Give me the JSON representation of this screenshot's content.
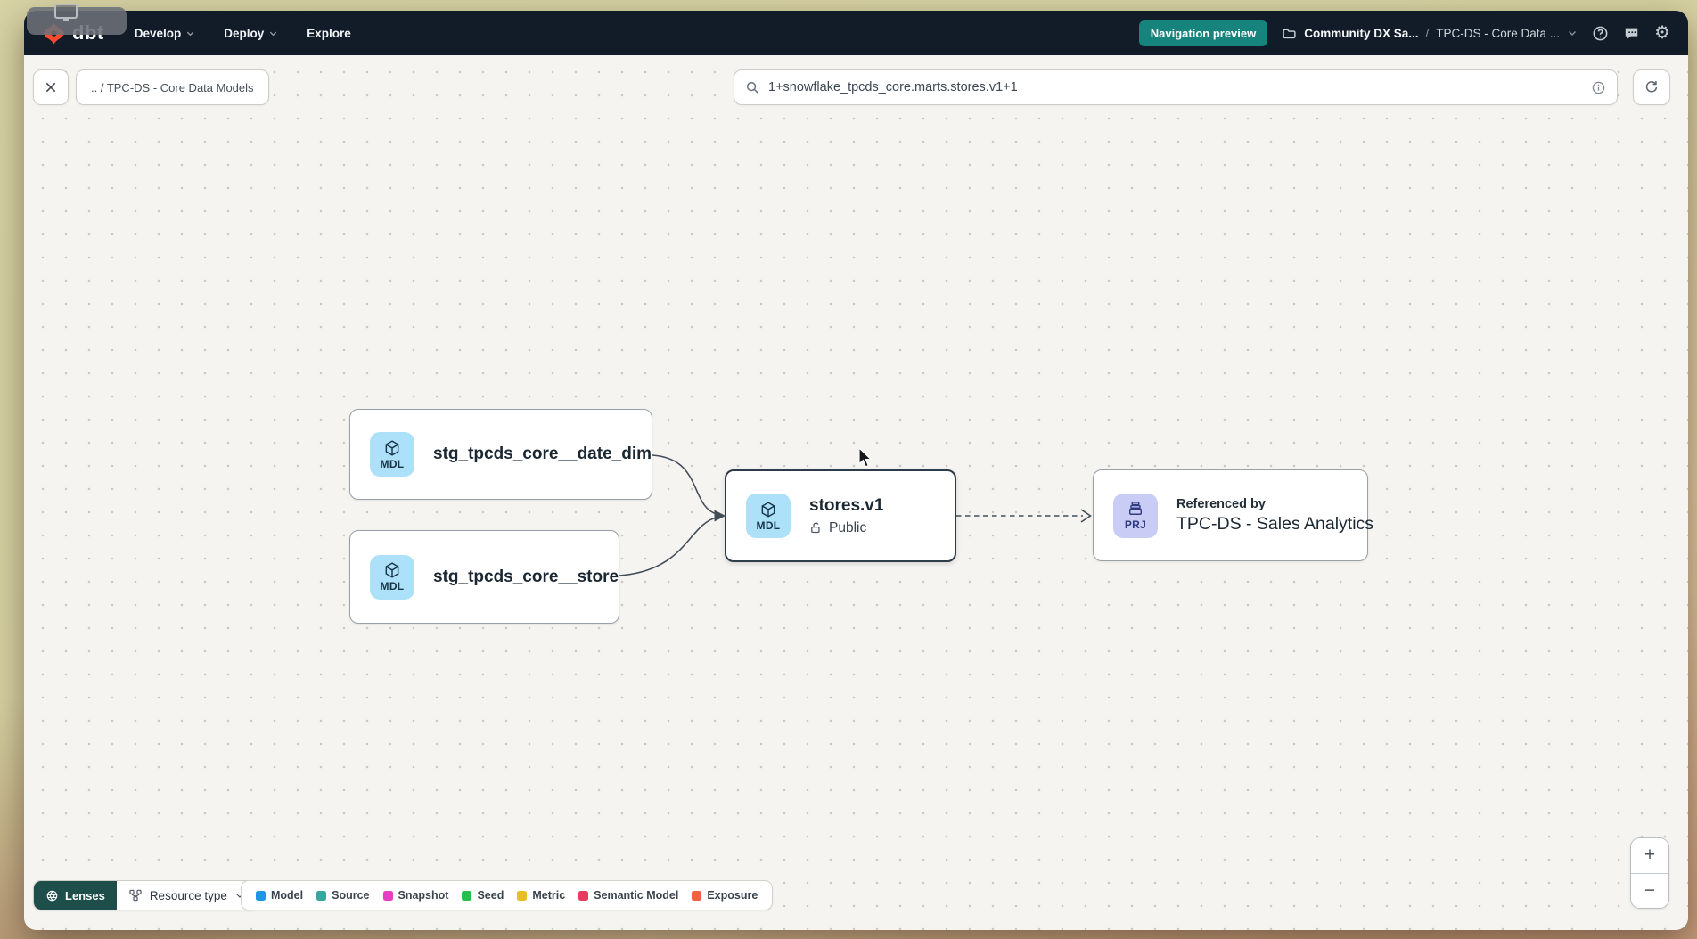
{
  "colors": {
    "accent_teal": "#16837d",
    "navbar_bg": "#121c29",
    "brand_orange": "#ff4a2d",
    "model_icon_bg": "#ade0f9",
    "project_icon_bg": "#c9cdf6",
    "lenses_bg": "#1d4e49"
  },
  "navbar": {
    "logo": "dbt",
    "menus": [
      {
        "label": "Develop"
      },
      {
        "label": "Deploy"
      },
      {
        "label": "Explore"
      }
    ],
    "preview_button": "Navigation preview",
    "breadcrumb": {
      "project": "Community DX Sa...",
      "separator": "/",
      "current": "TPC-DS - Core Data ..."
    }
  },
  "toolbar": {
    "breadcrumb_chip": ".. / TPC-DS - Core Data Models",
    "search_value": "1+snowflake_tpcds_core.marts.stores.v1+1"
  },
  "graph": {
    "nodes": [
      {
        "badge": "MDL",
        "label": "stg_tpcds_core__date_dim"
      },
      {
        "badge": "MDL",
        "label": "stg_tpcds_core__store"
      },
      {
        "badge": "MDL",
        "label": "stores.v1",
        "access": "Public"
      },
      {
        "badge": "PRJ",
        "kicker": "Referenced by",
        "label": "TPC-DS - Sales Analytics"
      }
    ]
  },
  "footer": {
    "lenses": "Lenses",
    "resource_type": "Resource type",
    "legend": [
      {
        "label": "Model",
        "color": "#1f96e8"
      },
      {
        "label": "Source",
        "color": "#35a79f"
      },
      {
        "label": "Snapshot",
        "color": "#e63fc2"
      },
      {
        "label": "Seed",
        "color": "#23c14a"
      },
      {
        "label": "Metric",
        "color": "#e9bd23"
      },
      {
        "label": "Semantic Model",
        "color": "#e93a5e"
      },
      {
        "label": "Exposure",
        "color": "#ee6342"
      }
    ]
  },
  "zoom_controls": {
    "zoom_in": "+",
    "zoom_out": "−"
  }
}
